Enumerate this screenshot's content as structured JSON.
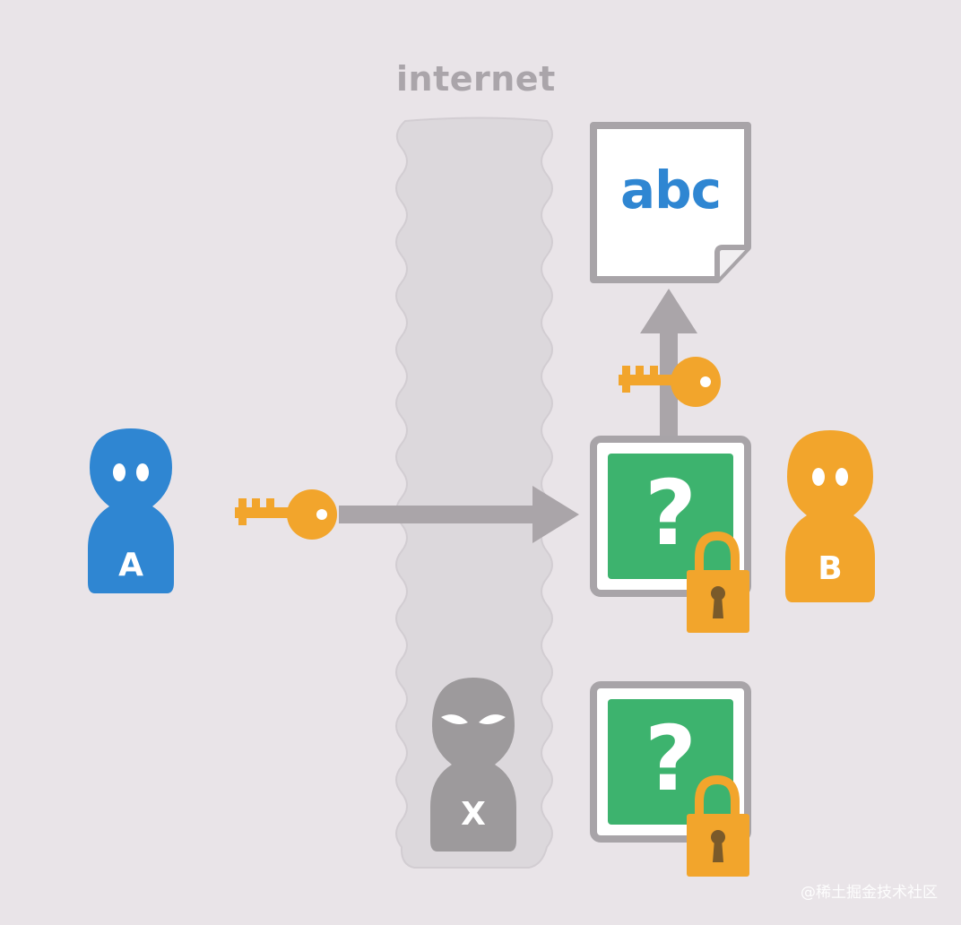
{
  "diagram": {
    "internet_label": "internet",
    "document_text": "abc",
    "person_a_label": "A",
    "person_b_label": "B",
    "person_x_label": "X",
    "encrypted_box_symbol": "?",
    "colors": {
      "background": "#e9e4e8",
      "person_a": "#2f86d2",
      "person_b": "#f2a52c",
      "person_x": "#9d9a9c",
      "key": "#f2a52c",
      "encrypted_box": "#3db36e",
      "arrow": "#aaa5a9",
      "internet_band": "#dcd8dc"
    },
    "icons": [
      "key-icon",
      "lock-icon",
      "document-icon",
      "person-icon",
      "eavesdropper-icon"
    ]
  },
  "watermark": "@稀土掘金技术社区"
}
